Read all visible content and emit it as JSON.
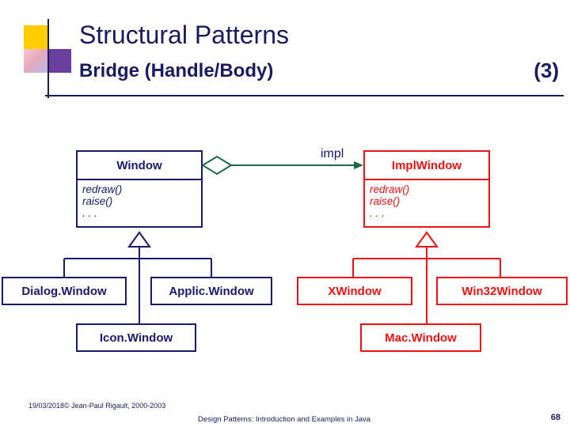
{
  "slide": {
    "title": "Structural Patterns",
    "subtitle": "Bridge (Handle/Body)",
    "page_marker": "(3)",
    "accent_navy": "#1a1a6e",
    "accent_red": "#ee1111",
    "accent_yellow": "#ffcc00",
    "accent_purple": "#6b3fa0"
  },
  "diagram": {
    "association_label": "impl",
    "abstraction": {
      "name": "Window",
      "operations": "redraw()\nraise()\n. . .",
      "color": "#1a1a6e"
    },
    "implementor": {
      "name": "ImplWindow",
      "operations": "redraw()\nraise()\n. . .",
      "color": "#ee1111"
    },
    "abstraction_subclasses": [
      {
        "name": "Dialog.Window"
      },
      {
        "name": "Applic.Window"
      },
      {
        "name": "Icon.Window"
      }
    ],
    "implementor_subclasses": [
      {
        "name": "XWindow"
      },
      {
        "name": "Win32Window"
      },
      {
        "name": "Mac.Window"
      }
    ]
  },
  "footer": {
    "left": "19/03/2018© Jean-Paul Rigault, 2000-2003",
    "center": "Design Patterns: Introduction and Examples in Java",
    "page": "68"
  }
}
